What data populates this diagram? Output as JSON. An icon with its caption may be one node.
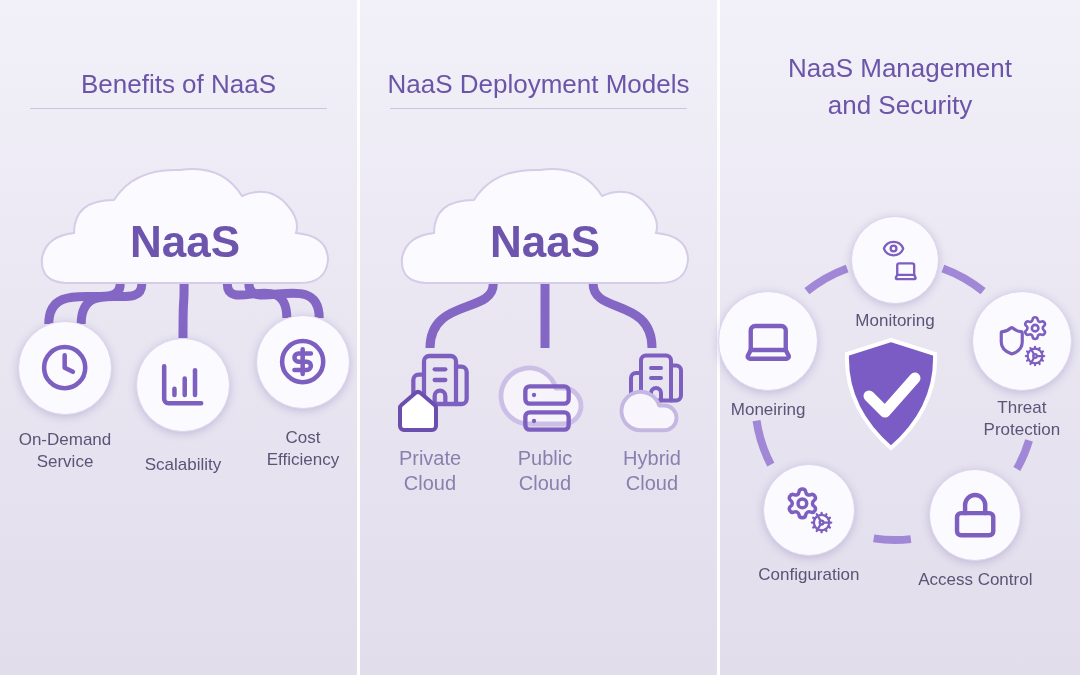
{
  "diagram": {
    "nodes": [
      {
        "text": [
          "Benefits of NaaS"
        ]
      },
      {
        "text": [
          "NaaS"
        ],
        "in": 0
      },
      {
        "text": [
          "On-Demand Service"
        ],
        "in": 0
      },
      {
        "text": [
          "Scalability"
        ],
        "in": 0
      },
      {
        "text": [
          "Cost Efficiency"
        ],
        "in": 0
      },
      {
        "text": [
          "NaaS Deployment Models"
        ]
      },
      {
        "text": [
          "NaaS"
        ],
        "in": 5
      },
      {
        "text": [
          "Private Cloud"
        ],
        "in": 5
      },
      {
        "text": [
          "Public Cloud"
        ],
        "in": 5
      },
      {
        "text": [
          "Hybrid Cloud"
        ],
        "in": 5
      },
      {
        "text": [
          "NaaS Management and Security"
        ]
      },
      {
        "text": [
          "Monitoring"
        ],
        "in": 10
      },
      {
        "text": [
          "Moneiring"
        ],
        "in": 10
      },
      {
        "text": [
          "Threat Protection"
        ],
        "in": 10
      },
      {
        "text": [
          "Configuration"
        ],
        "in": 10
      },
      {
        "text": [
          "Access Control"
        ],
        "in": 10
      }
    ],
    "edges": [
      {
        "from": 1,
        "to": 2,
        "arrow": "none"
      },
      {
        "from": 1,
        "to": 2,
        "arrow": "none"
      },
      {
        "from": 1,
        "to": 3,
        "arrow": "none"
      },
      {
        "from": 1,
        "to": 4,
        "arrow": "none"
      },
      {
        "from": 1,
        "to": 4,
        "arrow": "none"
      },
      {
        "from": 6,
        "to": 7,
        "arrow": "none"
      },
      {
        "from": 6,
        "to": 8,
        "arrow": "none"
      },
      {
        "from": 6,
        "to": 9,
        "arrow": "none"
      },
      {
        "from": 11,
        "to": 13,
        "arrow": "none"
      },
      {
        "from": 13,
        "to": 15,
        "arrow": "none"
      },
      {
        "from": 15,
        "to": 14,
        "arrow": "none"
      },
      {
        "from": 14,
        "to": 12,
        "arrow": "none"
      },
      {
        "from": 12,
        "to": 11,
        "arrow": "none"
      }
    ]
  }
}
